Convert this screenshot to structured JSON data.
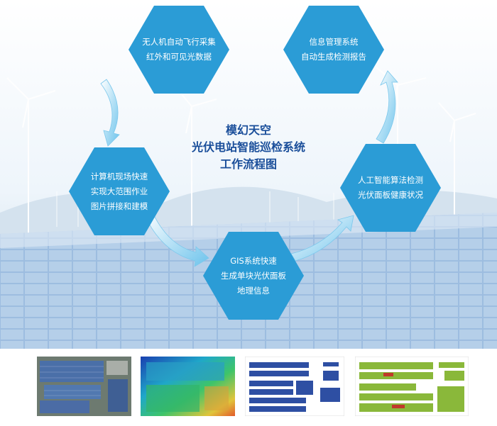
{
  "title": {
    "line1": "模幻天空",
    "line2": "光伏电站智能巡检系统",
    "line3": "工作流程图"
  },
  "steps": [
    {
      "line1": "无人机自动飞行采集",
      "line2": "红外和可见光数据",
      "line3": ""
    },
    {
      "line1": "信息管理系统",
      "line2": "自动生成检测报告",
      "line3": ""
    },
    {
      "line1": "计算机现场快速",
      "line2": "实现大范围作业",
      "line3": "图片拼接和建模"
    },
    {
      "line1": "人工智能算法检测",
      "line2": "光伏面板健康状况",
      "line3": ""
    },
    {
      "line1": "GIS系统快速",
      "line2": "生成单块光伏面板",
      "line3": "地理信息"
    }
  ],
  "colors": {
    "hex_fill": "#2b9cd6",
    "title": "#1a4e9a",
    "arrow": "#8fd2f2"
  }
}
